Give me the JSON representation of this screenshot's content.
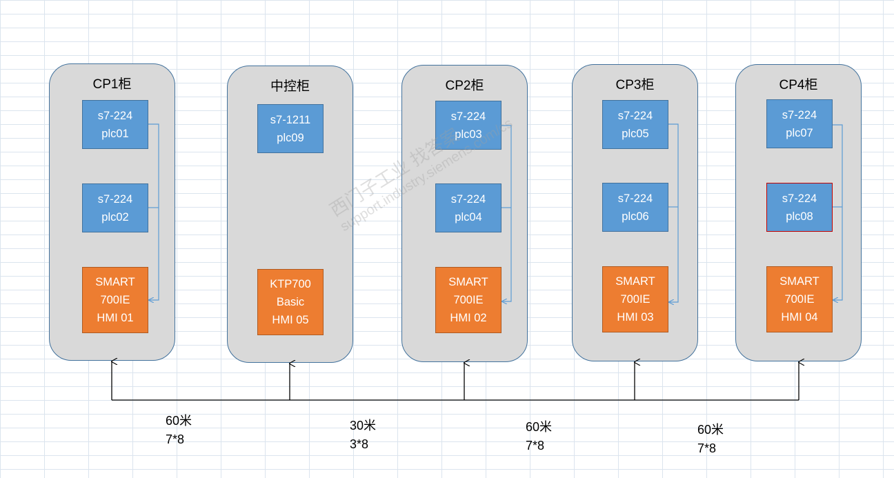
{
  "cabinets": [
    {
      "title": "CP1柜",
      "devices": [
        {
          "line1": "s7-224",
          "line2": "plc01"
        },
        {
          "line1": "s7-224",
          "line2": "plc02"
        }
      ],
      "hmi": {
        "line1": "SMART",
        "line2": "700IE",
        "line3": "HMI 01"
      }
    },
    {
      "title": "中控柜",
      "devices": [
        {
          "line1": "s7-1211",
          "line2": "plc09"
        }
      ],
      "hmi": {
        "line1": "KTP700",
        "line2": "Basic",
        "line3": "HMI 05"
      }
    },
    {
      "title": "CP2柜",
      "devices": [
        {
          "line1": "s7-224",
          "line2": "plc03"
        },
        {
          "line1": "s7-224",
          "line2": "plc04"
        }
      ],
      "hmi": {
        "line1": "SMART",
        "line2": "700IE",
        "line3": "HMI 02"
      }
    },
    {
      "title": "CP3柜",
      "devices": [
        {
          "line1": "s7-224",
          "line2": "plc05"
        },
        {
          "line1": "s7-224",
          "line2": "plc06"
        }
      ],
      "hmi": {
        "line1": "SMART",
        "line2": "700IE",
        "line3": "HMI 03"
      }
    },
    {
      "title": "CP4柜",
      "devices": [
        {
          "line1": "s7-224",
          "line2": "plc07"
        },
        {
          "line1": "s7-224",
          "line2": "plc08"
        }
      ],
      "hmi": {
        "line1": "SMART",
        "line2": "700IE",
        "line3": "HMI 04"
      }
    }
  ],
  "links": [
    {
      "length": "60米",
      "cable": "7*8"
    },
    {
      "length": "30米",
      "cable": "3*8"
    },
    {
      "length": "60米",
      "cable": "7*8"
    },
    {
      "length": "60米",
      "cable": "7*8"
    }
  ],
  "watermark": {
    "line1": "西门子工业 找答案",
    "line2": "support.industry.siemens.com/cs"
  },
  "colors": {
    "plc": "#5b9bd5",
    "hmi": "#ed7d31",
    "cabinet": "#d9d9d9",
    "cabinet_border": "#41719c",
    "highlight_border": "#c00000"
  }
}
